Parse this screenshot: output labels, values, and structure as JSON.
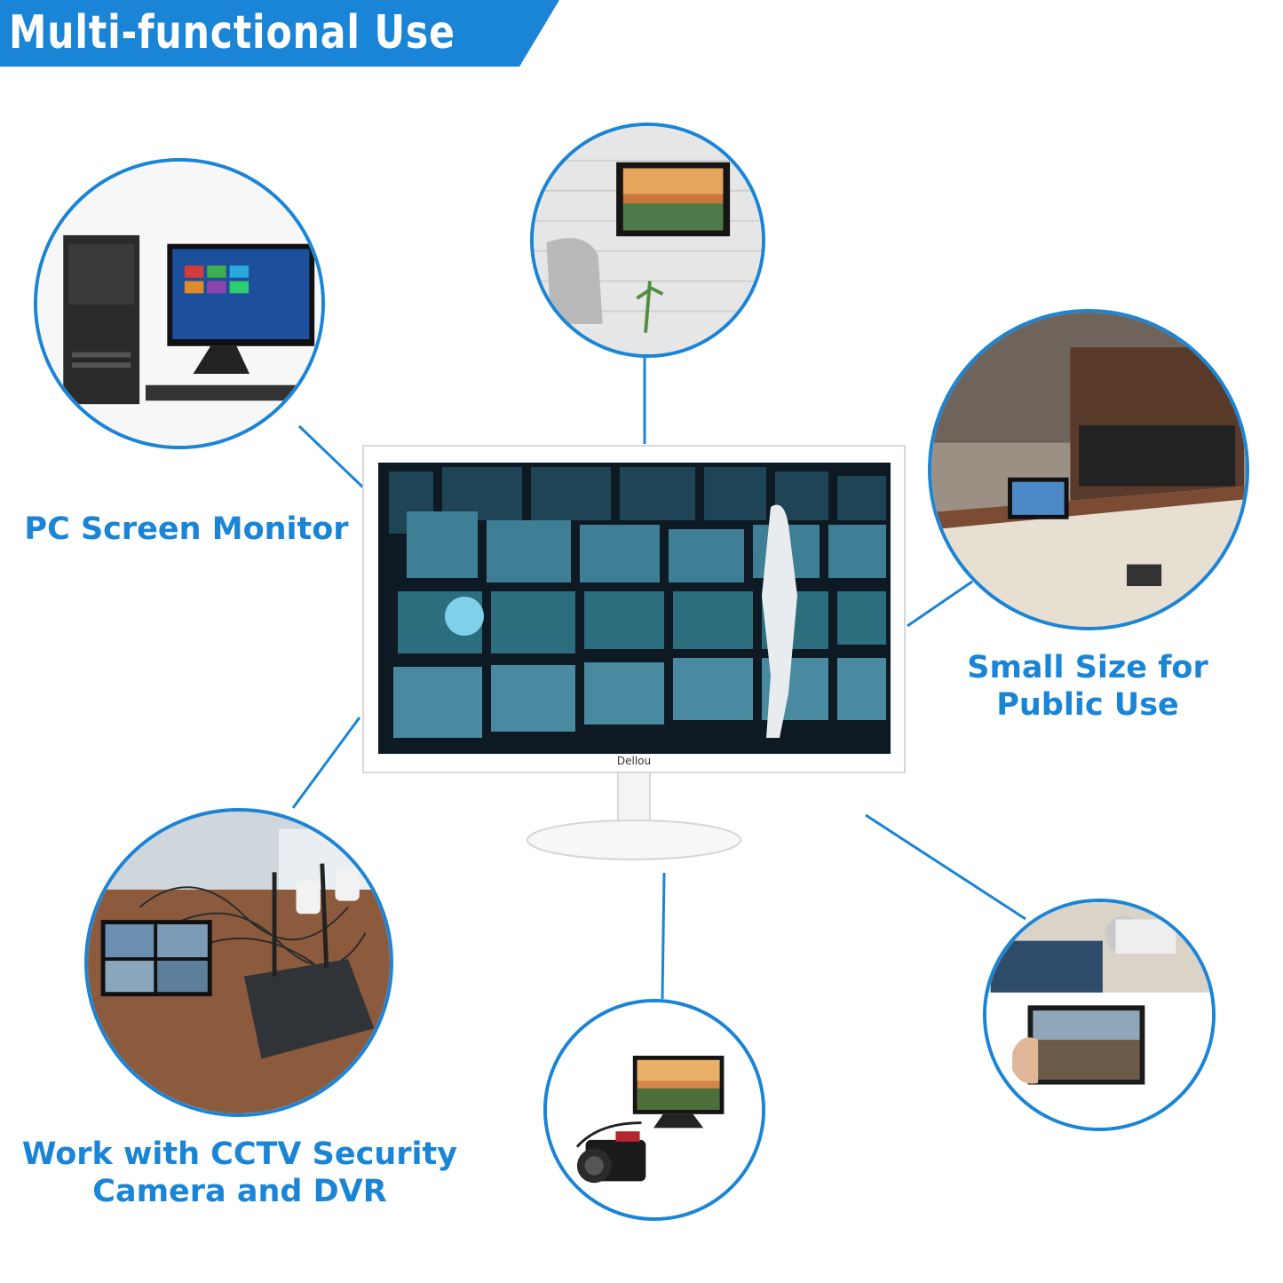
{
  "header": {
    "title": "Multi-functional Use"
  },
  "accent_color": "#1a84d6",
  "monitor": {
    "brand": "Dellou"
  },
  "features": [
    {
      "id": "pc",
      "caption_lines": [
        "PC Screen Monitor"
      ],
      "icon": "pc-desktop-scene"
    },
    {
      "id": "wall",
      "caption_lines": [],
      "icon": "wall-mounted-frame-scene"
    },
    {
      "id": "public",
      "caption_lines": [
        "Small Size for",
        "Public Use"
      ],
      "icon": "courtroom-desk-scene"
    },
    {
      "id": "cctv",
      "caption_lines": [
        "Work with CCTV Security",
        "Camera and DVR"
      ],
      "icon": "cctv-dvr-scene"
    },
    {
      "id": "camera",
      "caption_lines": [],
      "icon": "video-camera-scene"
    },
    {
      "id": "handheld",
      "caption_lines": [],
      "icon": "handheld-tablet-scene"
    }
  ]
}
